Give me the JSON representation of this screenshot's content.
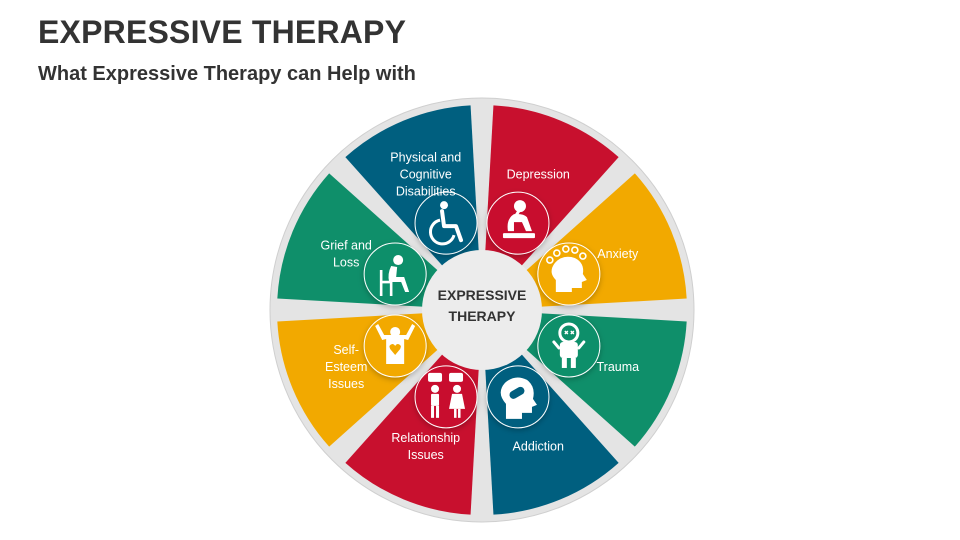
{
  "header": {
    "title": "EXPRESSIVE THERAPY",
    "subtitle": "What Expressive Therapy can Help with"
  },
  "center": {
    "lines": [
      "EXPRESSIVE",
      "THERAPY"
    ]
  },
  "segments": [
    {
      "id": "depression",
      "lines": [
        "Depression"
      ],
      "color": "#c8102e",
      "icon": "thinking-person-icon"
    },
    {
      "id": "anxiety",
      "lines": [
        "Anxiety"
      ],
      "color": "#f2a900",
      "icon": "anxious-head-icon"
    },
    {
      "id": "trauma",
      "lines": [
        "Trauma"
      ],
      "color": "#0f8f6a",
      "icon": "traumatized-person-icon"
    },
    {
      "id": "addiction",
      "lines": [
        "Addiction"
      ],
      "color": "#005f7f",
      "icon": "pill-head-icon"
    },
    {
      "id": "relationship-issues",
      "lines": [
        "Relationship",
        "Issues"
      ],
      "color": "#c8102e",
      "icon": "arguing-couple-icon"
    },
    {
      "id": "self-esteem-issues",
      "lines": [
        "Self-",
        "Esteem",
        "Issues"
      ],
      "color": "#f2a900",
      "icon": "person-with-heart-icon"
    },
    {
      "id": "grief-and-loss",
      "lines": [
        "Grief and",
        "Loss"
      ],
      "color": "#0f8f6a",
      "icon": "sad-seated-person-icon"
    },
    {
      "id": "physical-and-cognitive-disabilities",
      "lines": [
        "Physical and",
        "Cognitive",
        "Disabilities"
      ],
      "color": "#005f7f",
      "icon": "wheelchair-icon"
    }
  ]
}
